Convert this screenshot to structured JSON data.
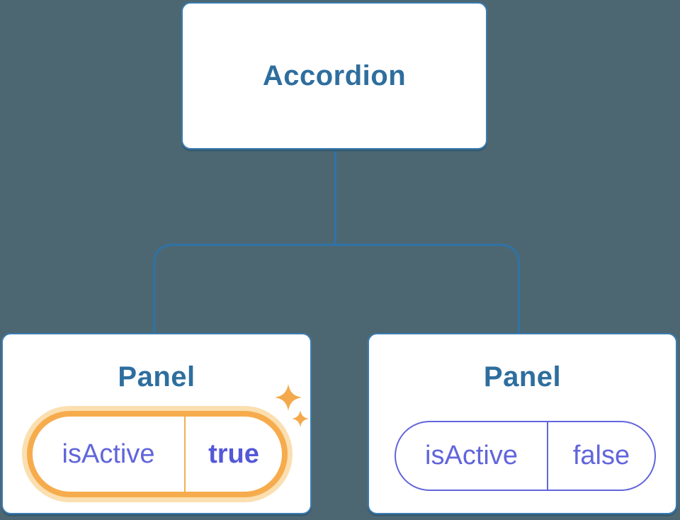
{
  "tree": {
    "root": {
      "label": "Accordion"
    },
    "panels": [
      {
        "label": "Panel",
        "prop_name": "isActive",
        "prop_value": "true",
        "active": true
      },
      {
        "label": "Panel",
        "prop_name": "isActive",
        "prop_value": "false",
        "active": false
      }
    ]
  },
  "icons": {
    "sparkle": "four-point-star"
  },
  "colors": {
    "background": "#4d6772",
    "node_fill": "#ffffff",
    "node_border": "#3a7cb2",
    "node_shadow": "rgba(33,77,108,0.55)",
    "connector": "#2e73a7",
    "title_text": "#2e6e9e",
    "state_text": "#6165db",
    "state_value_active": "#5458d8",
    "active_ring": "#f6ac4d",
    "active_halo": "#fbdfb0",
    "active_divider": "#f2ae58",
    "inactive_ring": "#6165db",
    "sparkle": "#f3a94c"
  }
}
